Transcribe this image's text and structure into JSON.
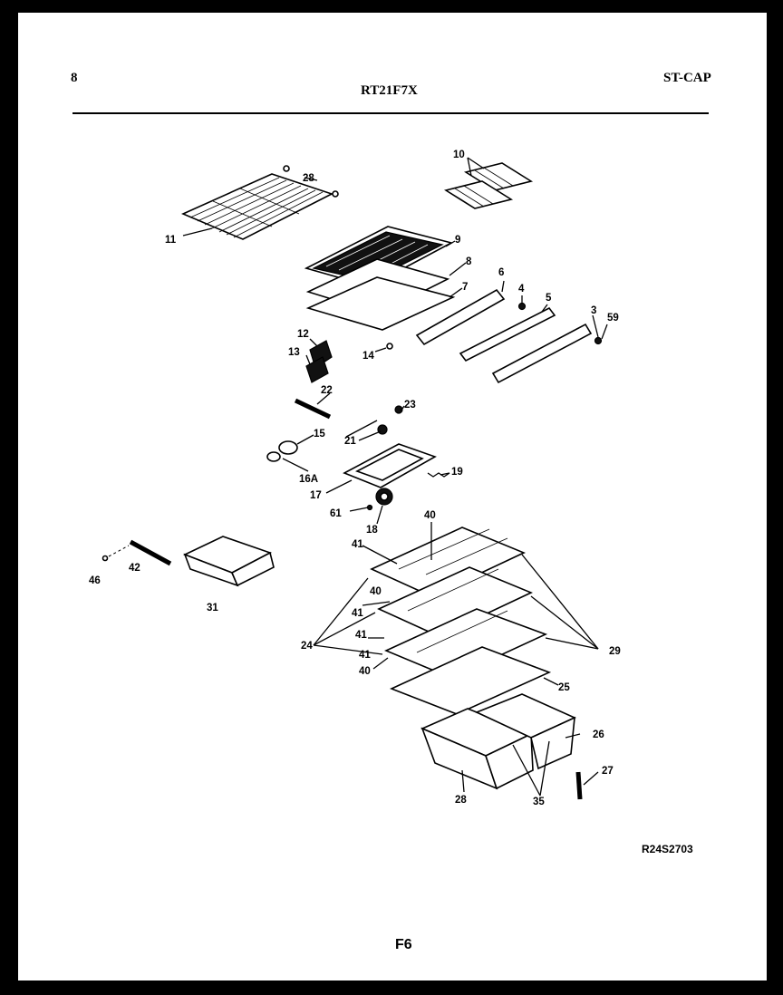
{
  "header": {
    "page_number": "8",
    "model": "RT21F7X",
    "code": "ST-CAP"
  },
  "footer": {
    "drawing_ref": "R24S2703",
    "figure": "F6"
  },
  "callouts": [
    "10",
    "28",
    "11",
    "9",
    "8",
    "7",
    "6",
    "4",
    "5",
    "3",
    "59",
    "12",
    "13",
    "14",
    "22",
    "23",
    "15",
    "21",
    "16A",
    "19",
    "17",
    "61",
    "18",
    "40",
    "41",
    "46",
    "42",
    "31",
    "41",
    "40",
    "41",
    "24",
    "41",
    "29",
    "40",
    "25",
    "26",
    "27",
    "28",
    "35"
  ]
}
